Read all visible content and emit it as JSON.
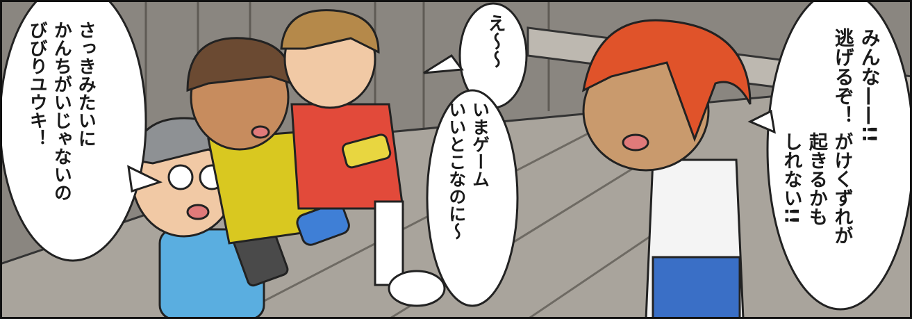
{
  "bubbles": {
    "left": {
      "line1": "さっきみたいに",
      "line2": "かんちがいじゃないの",
      "line3": "びびりユウキ！"
    },
    "middle_top": {
      "line1": "え〜〜"
    },
    "middle_bottom": {
      "line1": "いまゲーム",
      "line2": "いいとこなのに〜"
    },
    "right_top": {
      "line1": "みんな——!!",
      "line2": "逃げるぞ！"
    },
    "right_bottom": {
      "line1": "がけくずれが",
      "line2": "起きるかも",
      "line3": "しれない!!"
    }
  },
  "colors": {
    "wall": "#8a8680",
    "floor": "#a9a49c",
    "red_hair": "#e0532a",
    "yellow_vest": "#d9c820",
    "red_hoodie": "#e24a3a",
    "blue_shirt": "#5aaee0"
  }
}
